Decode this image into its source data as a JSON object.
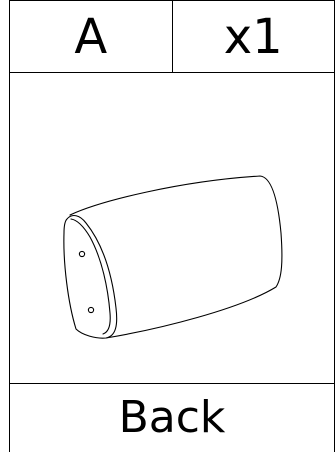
{
  "header": {
    "part_label": "A",
    "quantity": "x1"
  },
  "illustration": {
    "icon": "back-cushion-icon",
    "line_color": "#000000",
    "fill_color": "#ffffff"
  },
  "footer": {
    "part_name": "Back"
  }
}
